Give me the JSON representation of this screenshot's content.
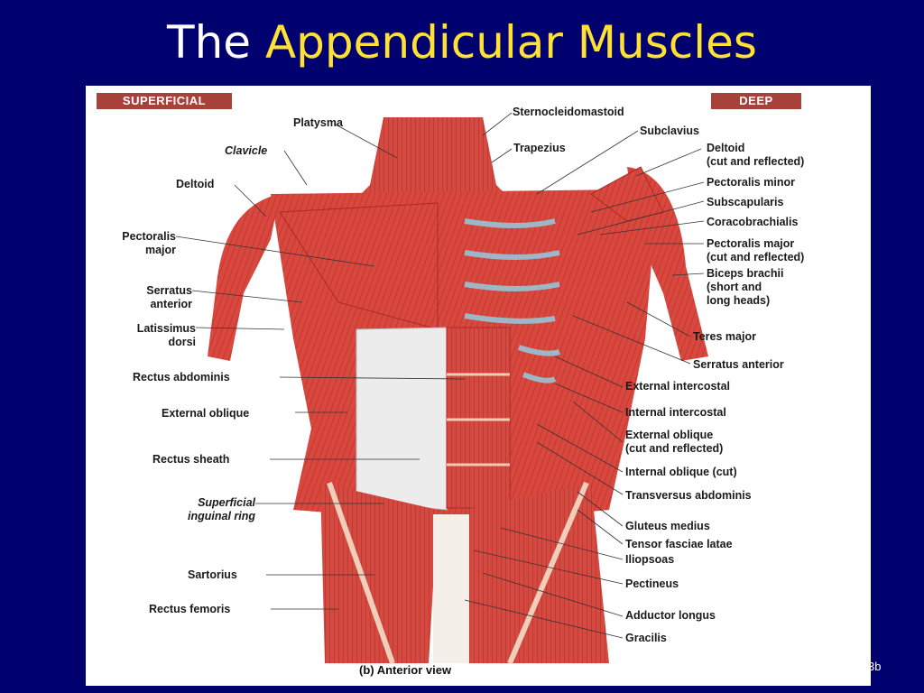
{
  "slide": {
    "title_prefix": "The",
    "title_highlight": "Appendicular Muscles",
    "slide_number": "3b",
    "colors": {
      "background": "#00006e",
      "title_white": "#ffffff",
      "title_yellow": "#ffe135",
      "badge": "#a7423a",
      "muscle": "#d9483e"
    }
  },
  "figure": {
    "superficial_badge": "SUPERFICIAL",
    "deep_badge": "DEEP",
    "caption": "(b) Anterior view",
    "left_labels": {
      "platysma": "Platysma",
      "clavicle": "Clavicle",
      "deltoid": "Deltoid",
      "pectoralis_major": "Pectoralis\nmajor",
      "serratus_anterior": "Serratus\nanterior",
      "latissimus_dorsi": "Latissimus\ndorsi",
      "rectus_abdominis": "Rectus abdominis",
      "external_oblique": "External oblique",
      "rectus_sheath": "Rectus sheath",
      "superficial_inguinal_ring": "Superficial\ninguinal ring",
      "sartorius": "Sartorius",
      "rectus_femoris": "Rectus femoris"
    },
    "right_labels": {
      "sternocleidomastoid": "Sternocleidomastoid",
      "trapezius": "Trapezius",
      "subclavius": "Subclavius",
      "deltoid_cut": "Deltoid\n(cut and reflected)",
      "pectoralis_minor": "Pectoralis minor",
      "subscapularis": "Subscapularis",
      "coracobrachialis": "Coracobrachialis",
      "pectoralis_major_cut": "Pectoralis major\n(cut and reflected)",
      "biceps_brachii": "Biceps brachii\n(short and\nlong heads)",
      "teres_major": "Teres major",
      "serratus_anterior": "Serratus anterior",
      "external_intercostal": "External intercostal",
      "internal_intercostal": "Internal intercostal",
      "external_oblique_cut": "External oblique\n(cut and reflected)",
      "internal_oblique": "Internal oblique (cut)",
      "transversus_abdominis": "Transversus abdominis",
      "gluteus_medius": "Gluteus medius",
      "tensor_fasciae_latae": "Tensor fasciae latae",
      "iliopsoas": "Iliopsoas",
      "pectineus": "Pectineus",
      "adductor_longus": "Adductor longus",
      "gracilis": "Gracilis"
    }
  }
}
